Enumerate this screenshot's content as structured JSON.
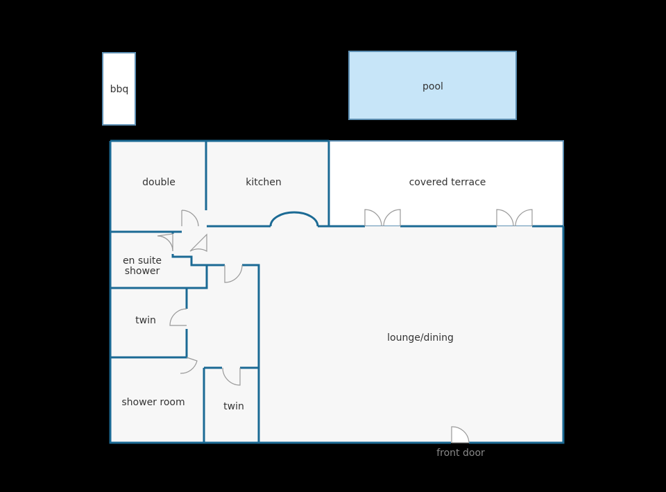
{
  "rooms": {
    "bbq": "bbq",
    "pool": "pool",
    "double": "double",
    "kitchen": "kitchen",
    "covered_terrace": "covered terrace",
    "en_suite_shower_line1": "en suite",
    "en_suite_shower_line2": "shower",
    "twin_upper": "twin",
    "lounge_dining": "lounge/dining",
    "shower_room": "shower room",
    "twin_lower": "twin"
  },
  "labels": {
    "front_door": "front door"
  },
  "colors": {
    "background": "#000000",
    "wall": "#1b6a94",
    "room_fill": "#f7f7f7",
    "pool_fill": "#c7e5f8",
    "terrace_fill": "#ffffff"
  }
}
